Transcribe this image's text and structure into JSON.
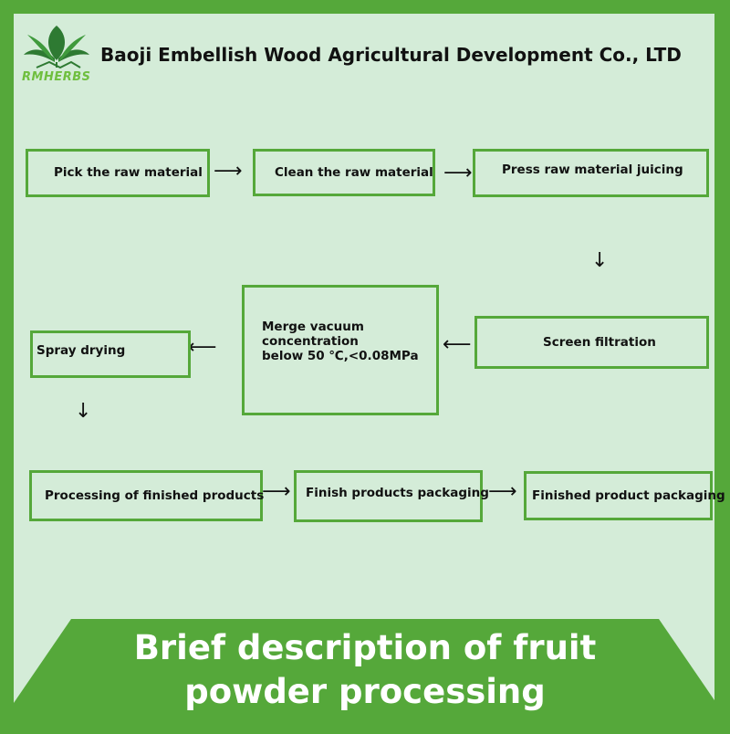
{
  "header": {
    "logo_text": "RMHERBS",
    "company_name": "Baoji Embellish Wood Agricultural Development Co., LTD"
  },
  "flow": {
    "steps": [
      "Pick the raw material",
      "Clean the raw material",
      "Press raw material juicing",
      "Screen filtration",
      "Merge vacuum",
      "concentration",
      "below 50 ℃,<0.08MPa",
      "Spray drying",
      "Processing of finished products",
      "Finish products packaging",
      "Finished product packaging"
    ]
  },
  "banner": {
    "line1": "Brief description of fruit",
    "line2": "powder processing"
  },
  "colors": {
    "brand_green": "#55a83a",
    "panel_bg": "#d4ecd8",
    "logo_green": "#6fbf3f"
  }
}
